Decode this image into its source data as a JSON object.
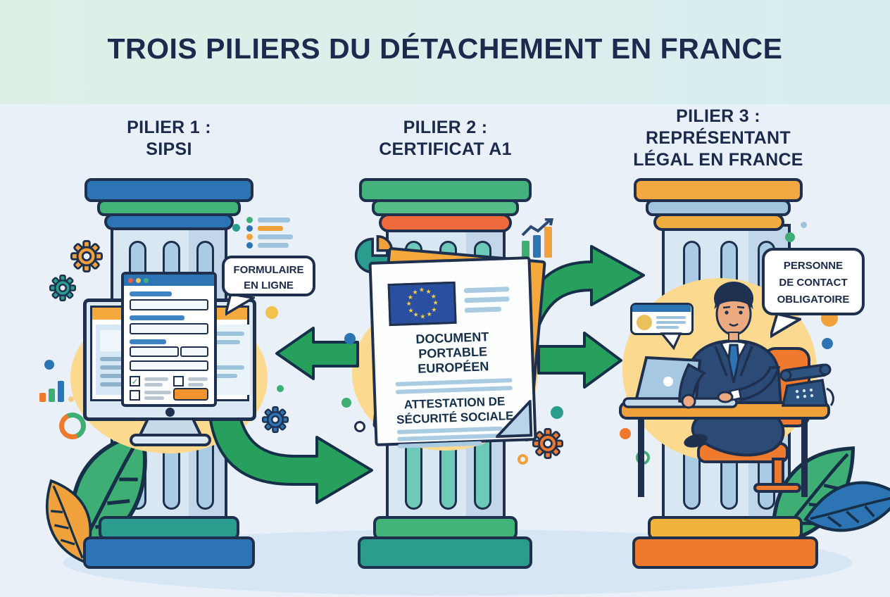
{
  "title": "TROIS PILIERS DU DÉTACHEMENT EN FRANCE",
  "pillar1": {
    "title1": "PILIER 1 :",
    "title2": "SIPSI",
    "bubble_line1": "FORMULAIRE",
    "bubble_line2": "EN LIGNE"
  },
  "pillar2": {
    "title1": "PILIER 2 :",
    "title2": "CERTIFICAT A1",
    "doc_line1": "DOCUMENT",
    "doc_line2": "PORTABLE",
    "doc_line3": "EUROPÉEN",
    "attest_line1": "ATTESTATION DE",
    "attest_line2": "SÉCURITÉ SOCIALE"
  },
  "pillar3": {
    "title1": "PILIER 3 :",
    "title2": "REPRÉSENTANT",
    "title3": "LÉGAL EN FRANCE",
    "bubble_line1": "PERSONNE",
    "bubble_line2": "DE CONTACT",
    "bubble_line3": "OBLIGATOIRE"
  },
  "icons": [
    "gear-icon",
    "list-icon",
    "bar-chart-icon",
    "donut-chart-icon",
    "pie-chart-icon",
    "trend-chart-icon",
    "leaf-icon",
    "arrow-icon",
    "monitor-icon",
    "form-window-icon",
    "document-icon",
    "eu-flag-icon",
    "laptop-icon",
    "phone-icon",
    "person-icon",
    "chat-card-icon"
  ],
  "palette": {
    "navy_outline": "#1e304d",
    "text_navy": "#1b2a4a",
    "blue": "#2d74b5",
    "green": "#3fae74",
    "arrow_green": "#27a05e",
    "teal": "#2a9d8f",
    "orange": "#ef7a2e",
    "amber": "#f0a13c",
    "soft_yellow": "#fbd98f",
    "shaft_light_blue": "#d9e7f3",
    "background": "#e9f0f8"
  }
}
